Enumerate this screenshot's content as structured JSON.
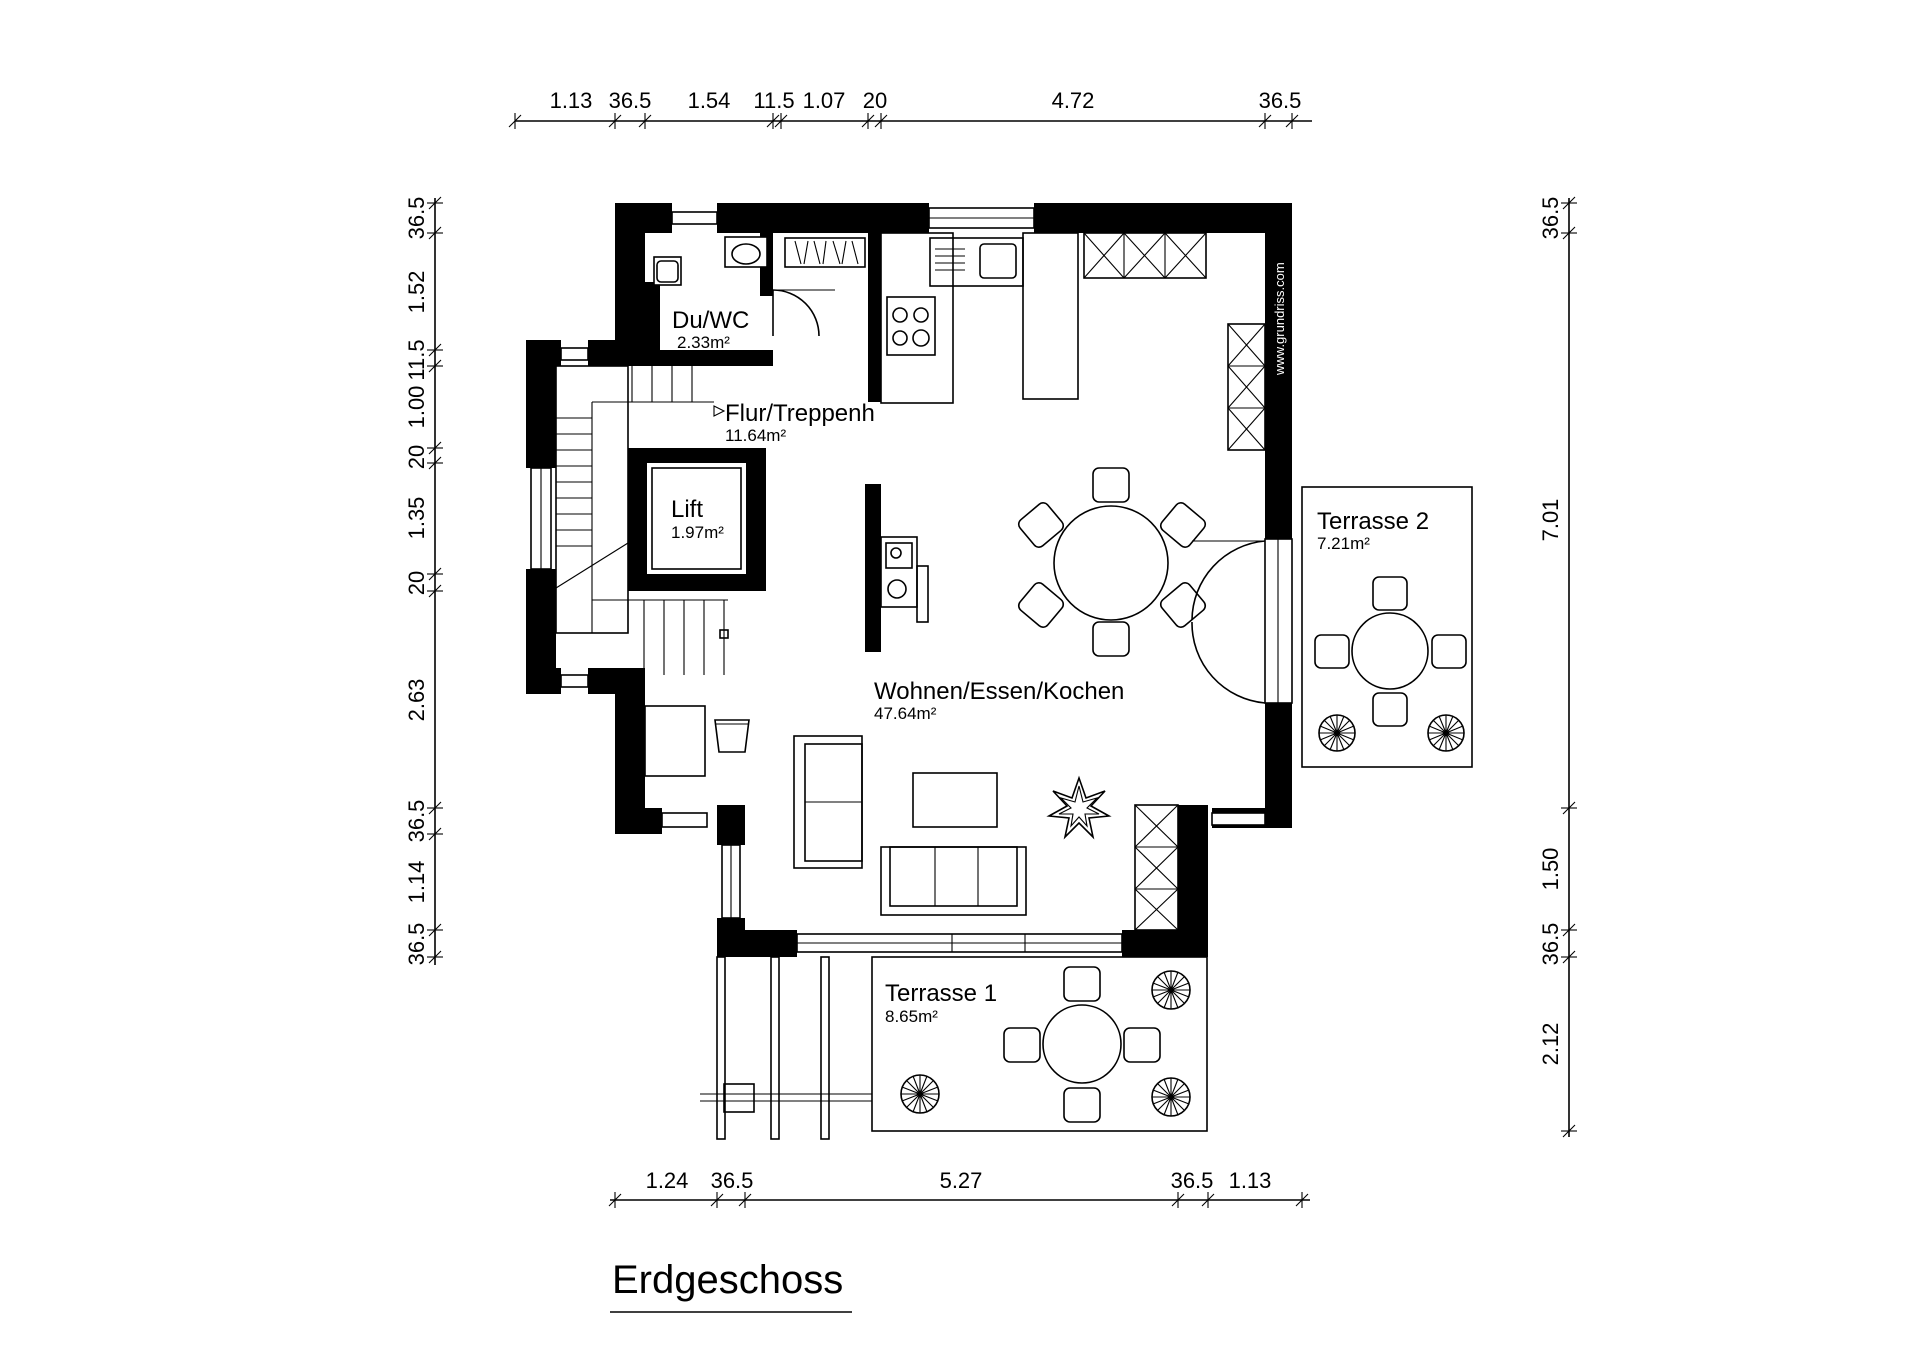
{
  "title": "Erdgeschoss",
  "watermark": "www.grundriss.com",
  "rooms": {
    "duwc": {
      "name": "Du/WC",
      "area": "2.33m²"
    },
    "flur": {
      "name": "Flur/Treppenh",
      "area": "11.64m²"
    },
    "lift": {
      "name": "Lift",
      "area": "1.97m²"
    },
    "wohnen": {
      "name": "Wohnen/Essen/Kochen",
      "area": "47.64m²"
    },
    "terrasse2": {
      "name": "Terrasse 2",
      "area": "7.21m²"
    },
    "terrasse1": {
      "name": "Terrasse 1",
      "area": "8.65m²"
    }
  },
  "dimensions": {
    "top": [
      "1.13",
      "36.5",
      "1.54",
      "11.5",
      "1.07",
      "20",
      "4.72",
      "36.5"
    ],
    "bottom": [
      "1.24",
      "36.5",
      "5.27",
      "36.5",
      "1.13"
    ],
    "left": [
      "36.5",
      "1.52",
      "11.5",
      "1.00",
      "20",
      "1.35",
      "20",
      "2.63",
      "36.5",
      "1.14",
      "36.5"
    ],
    "right": [
      "36.5",
      "7.01",
      "1.50",
      "36.5",
      "2.12"
    ]
  }
}
